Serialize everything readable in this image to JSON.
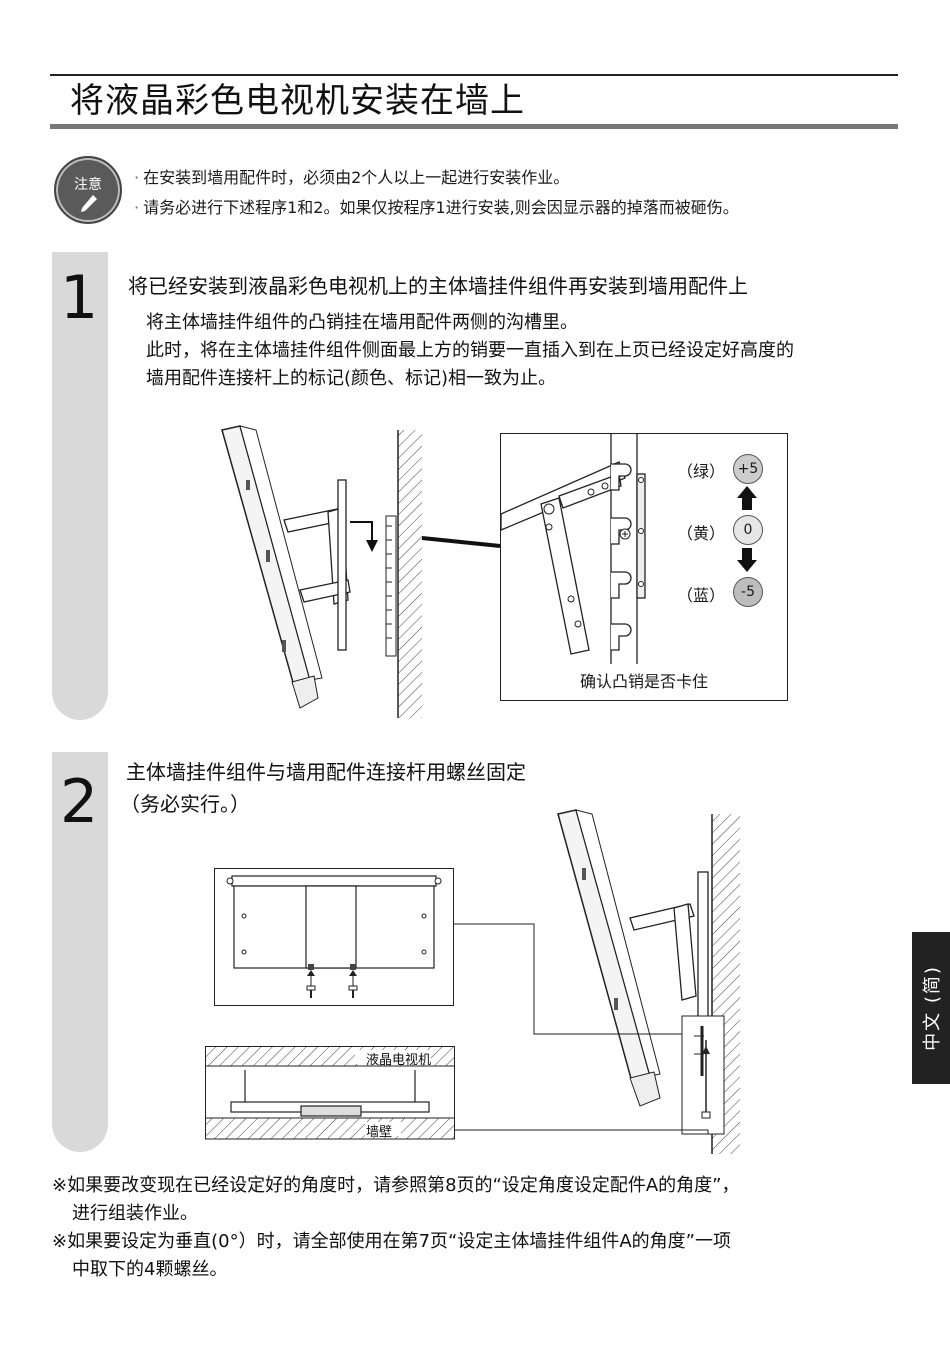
{
  "header": {
    "title": "将液晶彩色电视机安装在墙上"
  },
  "caution": {
    "label": "注意",
    "lines": [
      "在安装到墙用配件时，必须由2个人以上一起进行安装作业。",
      "请务必进行下述程序1和2。如果仅按程序1进行安装,则会因显示器的掉落而被砸伤。"
    ]
  },
  "step1": {
    "number": "1",
    "heading": "将已经安装到液晶彩色电视机上的主体墙挂件组件再安装到墙用配件上",
    "body": [
      "将主体墙挂件组件的凸销挂在墙用配件两侧的沟槽里。",
      "此时，将在主体墙挂件组件侧面最上方的销要一直插入到在上页已经设定好高度的",
      "墙用配件连接杆上的标记(颜色、标记)相一致为止。"
    ],
    "detail": {
      "markers": [
        {
          "color_label": "（绿）",
          "value": "+5"
        },
        {
          "color_label": "（黄）",
          "value": "0"
        },
        {
          "color_label": "（蓝）",
          "value": "-5"
        }
      ],
      "caption": "确认凸销是否卡住"
    }
  },
  "step2": {
    "number": "2",
    "heading": "主体墙挂件组件与墙用配件连接杆用螺丝固定",
    "subheading": "（务必实行。）",
    "labels": {
      "tv": "液晶电视机",
      "wall": "墙壁"
    }
  },
  "notes": [
    {
      "mark": "※",
      "line1": "如果要改变现在已经设定好的角度时，请参照第8页的“设定角度设定配件A的角度”，",
      "line2": "进行组装作业。"
    },
    {
      "mark": "※",
      "line1": "如果要设定为垂直(0°）时，请全部使用在第7页“设定主体墙挂件组件A的角度”一项",
      "line2": "中取下的4颗螺丝。"
    }
  ],
  "side_tab": {
    "label": "中文 (简)"
  }
}
